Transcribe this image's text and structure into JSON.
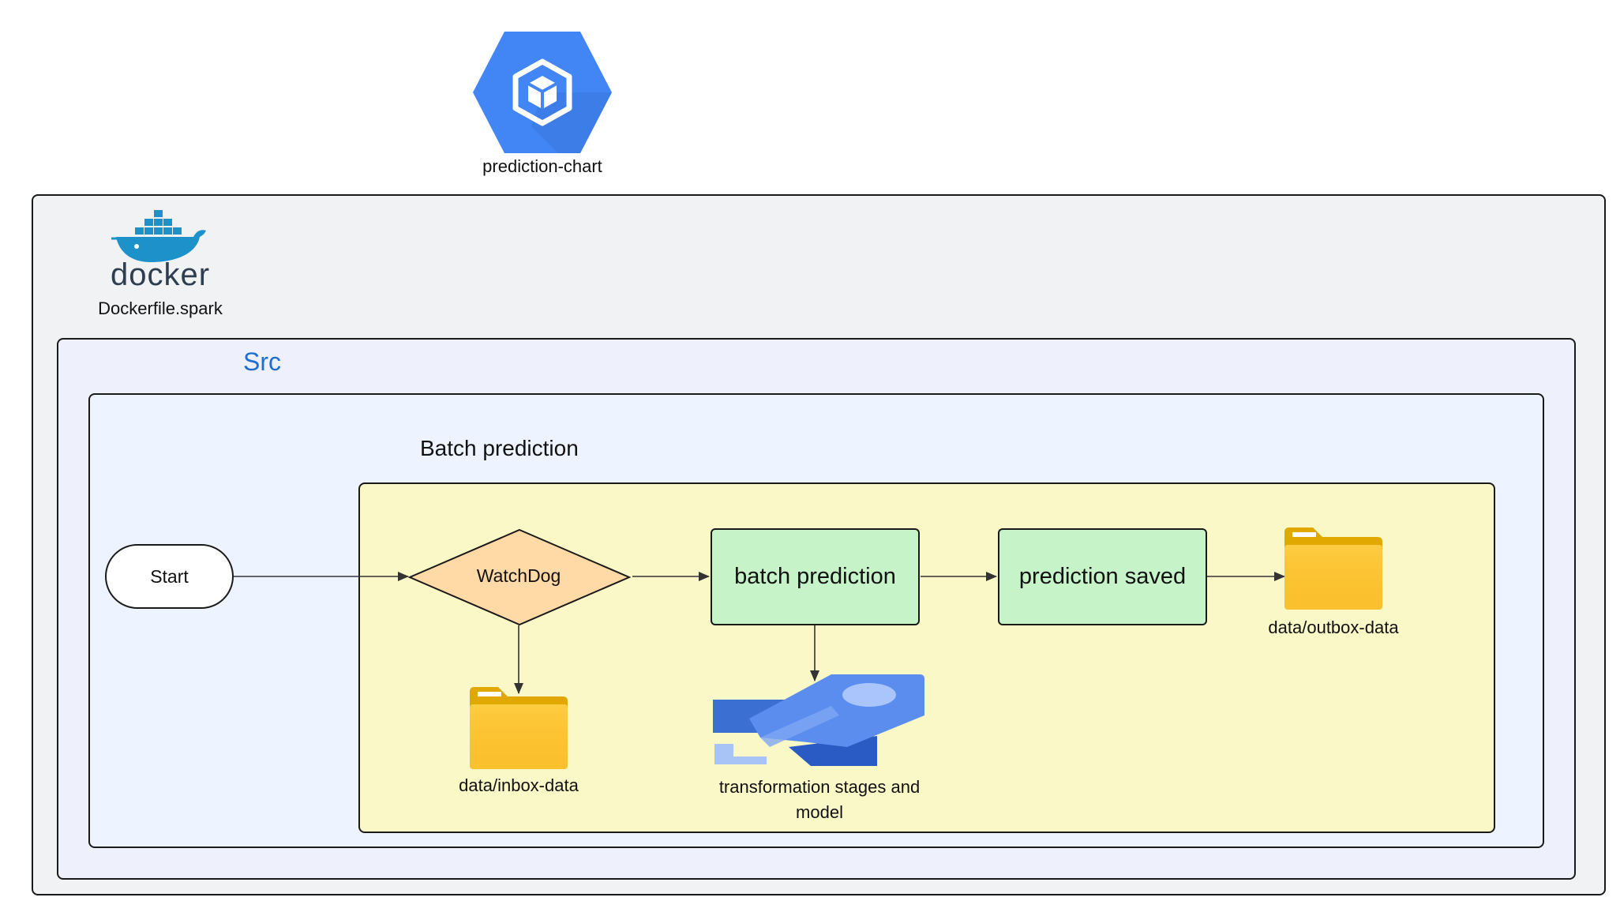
{
  "diagram": {
    "chart_icon_label": "prediction-chart",
    "docker_logo_text": "docker",
    "docker_label": "Dockerfile.spark",
    "src_title": "Src",
    "batch_group_title": "Batch prediction",
    "nodes": {
      "start": "Start",
      "watchdog": "WatchDog",
      "batch_prediction": "batch prediction",
      "prediction_saved": "prediction saved",
      "outbox_label": "data/outbox-data",
      "inbox_label": "data/inbox-data",
      "model_label_line1": "transformation stages and",
      "model_label_line2": "model"
    },
    "icons": {
      "chart_icon": "kubernetes-hexagon-icon",
      "docker_icon": "docker-whale-icon",
      "folder_icon": "folder-icon",
      "model_icon": "ml-model-icon"
    },
    "colors": {
      "outer_container": "#f1f2f4",
      "src_container": "#eef1fc",
      "inner_container": "#eef4ff",
      "batch_group": "#fbf8c8",
      "process_node": "#c6f4c8",
      "decision_node": "#ffd9a6",
      "accent_blue": "#4285f4",
      "src_text": "#1f6fd1",
      "folder_yellow": "#fbc02d"
    }
  }
}
